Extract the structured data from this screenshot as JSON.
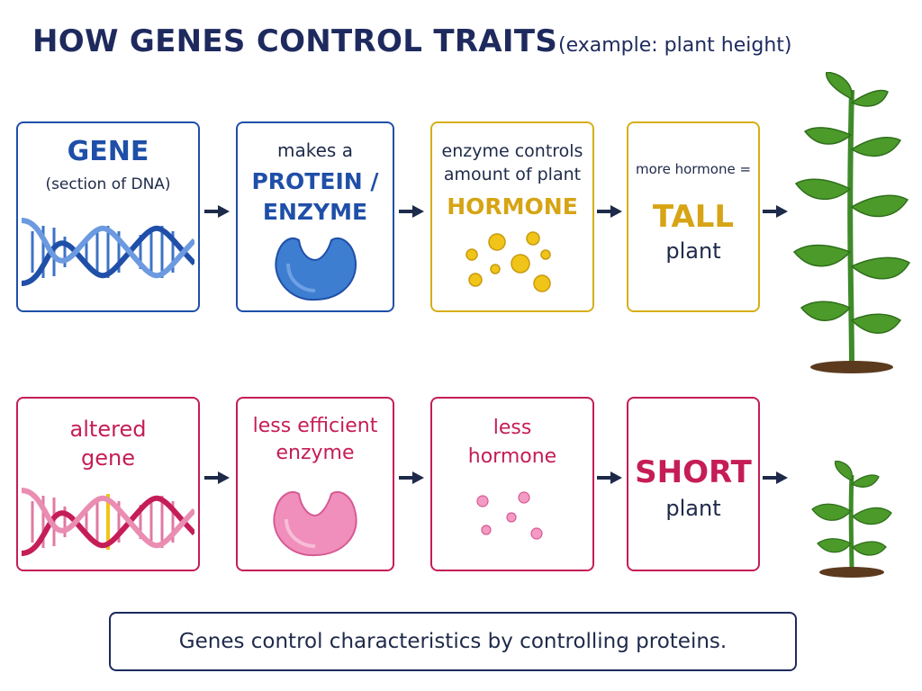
{
  "title": "HOW GENES CONTROL TRAITS",
  "subtitle": "(example: plant height)",
  "normal_pathway": {
    "gene": {
      "heading": "GENE",
      "subtext": "(section of DNA)"
    },
    "protein": {
      "line1": "makes a",
      "line2": "PROTEIN /",
      "line3": "ENZYME"
    },
    "hormone": {
      "line1": "enzyme controls",
      "line2": "amount of plant",
      "line3": "HORMONE"
    },
    "result": {
      "line1": "more hormone =",
      "line2": "TALL",
      "line3": "plant"
    }
  },
  "altered_pathway": {
    "gene": {
      "line1": "altered",
      "line2": "gene"
    },
    "protein": {
      "line1": "less efficient",
      "line2": "enzyme"
    },
    "hormone": {
      "line1": "less",
      "line2": "hormone"
    },
    "result": {
      "line1": "SHORT",
      "line2": "plant"
    }
  },
  "caption": "Genes control characteristics by controlling proteins.",
  "colors": {
    "title": "#1e2a5e",
    "normal_gene": "#1f4fa8",
    "hormone_gold": "#d6ae18",
    "altered": "#c51d57",
    "plant_leaf": "#4c9a2a",
    "soil": "#5b3a1e"
  },
  "icons": [
    "dna-helix-icon",
    "enzyme-icon",
    "hormone-dots-icon",
    "plant-icon",
    "arrow-right-icon"
  ]
}
